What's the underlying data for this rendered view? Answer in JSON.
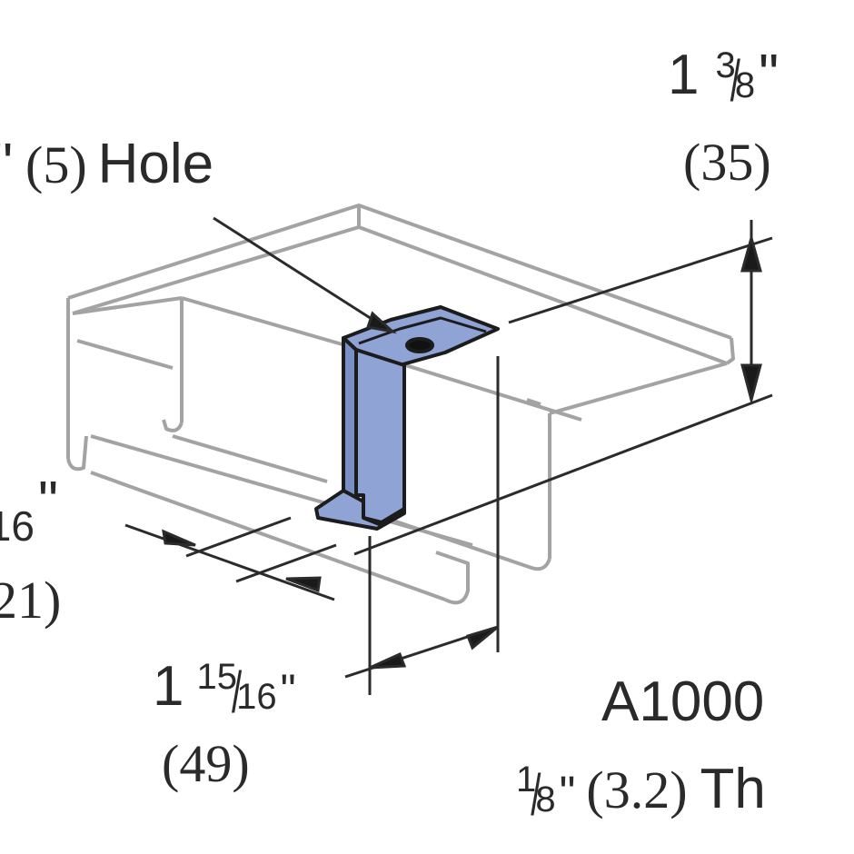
{
  "figure": {
    "part_number": "A1000",
    "thickness": {
      "fraction": "1/8",
      "fraction_num": "1",
      "fraction_den": "8",
      "inch_mark": "\"",
      "metric": "(3.2)",
      "suffix": "Th"
    },
    "hole": {
      "inch_mark": "\"",
      "metric": "(5)",
      "label": "Hole"
    },
    "dim_height": {
      "whole": "1",
      "num": "3",
      "den": "8",
      "inch_mark": "\"",
      "metric": "(35)"
    },
    "dim_width": {
      "whole": "1",
      "num": "15",
      "den": "16",
      "inch_mark": "\"",
      "metric": "(49)"
    },
    "dim_depth": {
      "den": "16",
      "inch_mark": "\"",
      "metric": "21)"
    }
  },
  "colors": {
    "bracket_fill": "#8fa3d4",
    "bracket_stroke": "#1a1a1a",
    "channel_stroke": "#a0a0a0",
    "dimension_stroke": "#2a2a2a",
    "background": "#ffffff"
  }
}
